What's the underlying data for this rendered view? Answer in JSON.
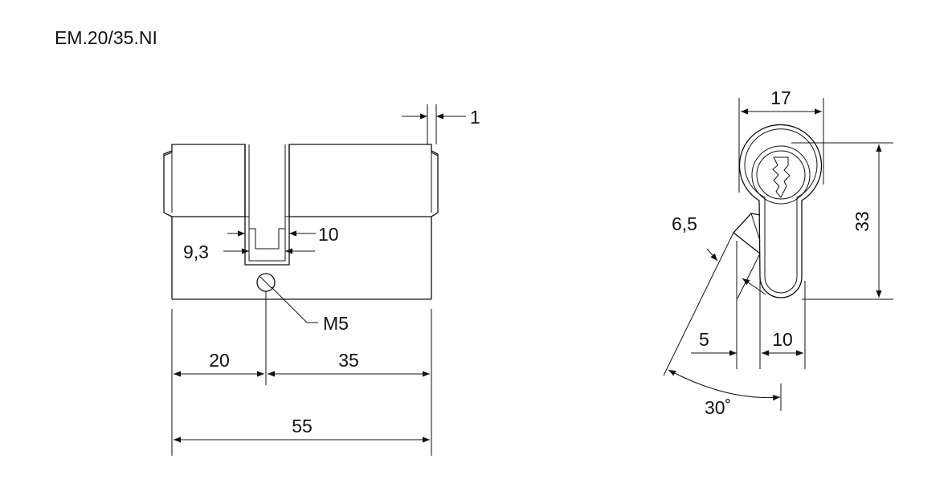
{
  "title": "EM.20/35.NI",
  "side_view": {
    "dims": {
      "offset": "1",
      "cam_outer": "10",
      "cam_inner": "9,3",
      "screw": "M5",
      "left_length": "20",
      "right_length": "35",
      "total_length": "55"
    }
  },
  "front_view": {
    "dims": {
      "width": "17",
      "height": "33",
      "cam_thickness": "6,5",
      "cam_offset": "5",
      "profile_width": "10",
      "cam_angle": "30˚"
    }
  },
  "colors": {
    "line": "#111111",
    "background": "#ffffff"
  }
}
